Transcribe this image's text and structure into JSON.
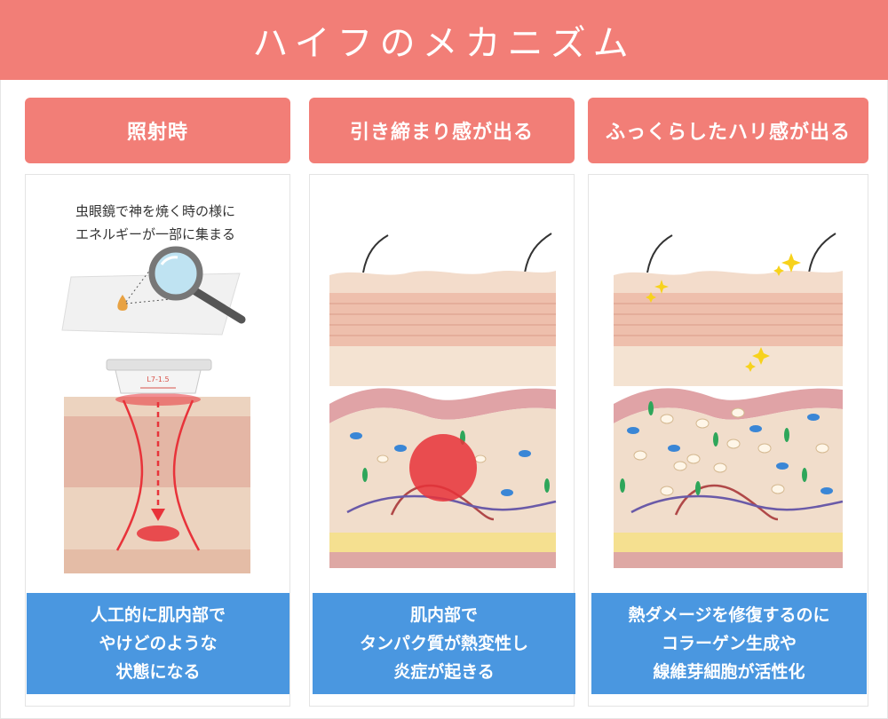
{
  "title": "ハイフのメカニズム",
  "columns": [
    {
      "heading": "照射時",
      "note_lines": [
        "虫眼鏡で神を焼く時の様に",
        "エネルギーが一部に集まる"
      ],
      "probe_label": "L7-1.5",
      "caption_lines": [
        "人工的に肌内部で",
        "やけどのような",
        "状態になる"
      ]
    },
    {
      "heading": "引き締まり感が出る",
      "caption_lines": [
        "肌内部で",
        "タンパク質が熱変性し",
        "炎症が起きる"
      ]
    },
    {
      "heading": "ふっくらしたハリ感が出る",
      "caption_lines": [
        "熱ダメージを修復するのに",
        "コラーゲン生成や",
        "線維芽細胞が活性化"
      ]
    }
  ],
  "colors": {
    "title_bg": "#f27e77",
    "heading_bg": "#f27e77",
    "caption_bg": "#4a97e0",
    "heat": "#e8333a"
  }
}
